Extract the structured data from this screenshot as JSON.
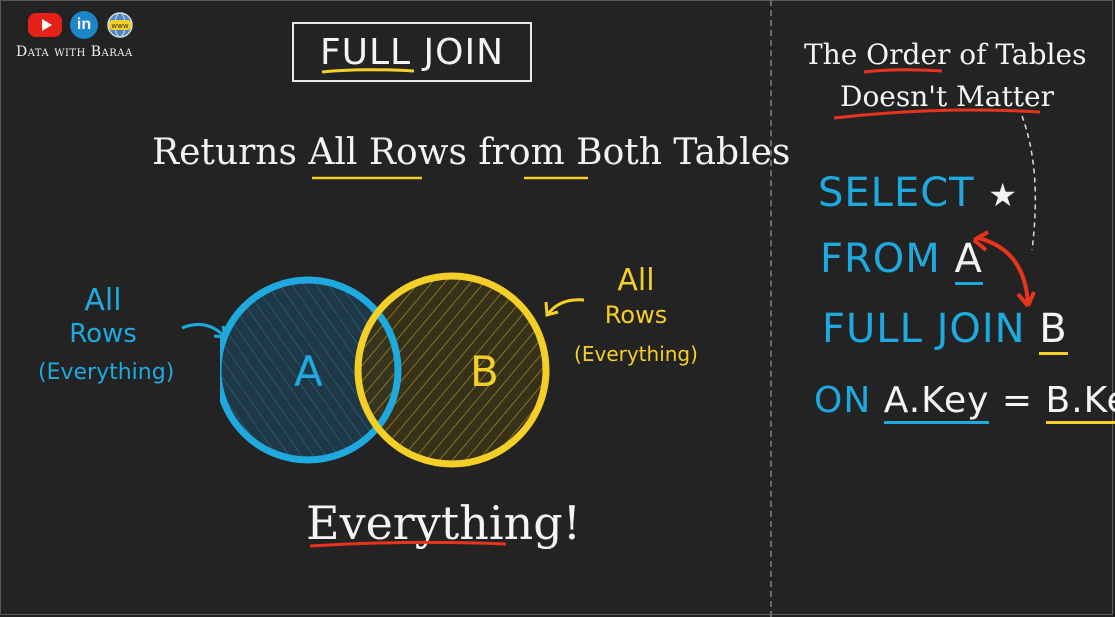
{
  "brand": {
    "name": "Data with Baraa",
    "icons": [
      "youtube-icon",
      "linkedin-icon",
      "website-icon"
    ],
    "www_label": "www"
  },
  "header": {
    "title": "FULL JOIN",
    "subtitle": "Returns All Rows from Both Tables"
  },
  "venn": {
    "circle_a_label": "A",
    "circle_b_label": "B",
    "left_note": {
      "line1": "All",
      "line2": "Rows",
      "line3": "(Everything)"
    },
    "right_note": {
      "line1": "All",
      "line2": "Rows",
      "line3": "(Everything)"
    },
    "result": "Everything!"
  },
  "sidebar": {
    "note_line1": "The Order of Tables",
    "note_line2": "Doesn't Matter",
    "sql": {
      "select": "SELECT",
      "star": "★",
      "from": "FROM",
      "table_a": "A",
      "join": "FULL JOIN",
      "table_b": "B",
      "on": "ON",
      "key_a": "A.Key",
      "equals": "=",
      "key_b": "B.Key"
    }
  },
  "colors": {
    "background": "#232323",
    "table_a": "#1ea9df",
    "table_b": "#f4cf28",
    "accent": "#e8341c",
    "text": "#f4f4f4"
  }
}
